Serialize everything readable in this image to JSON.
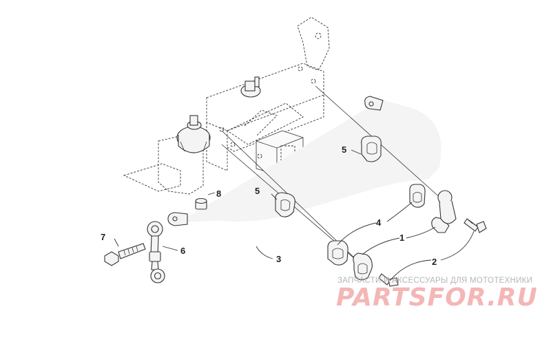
{
  "callouts": {
    "c1": "1",
    "c2": "2",
    "c3": "3",
    "c4": "4",
    "c5a": "5",
    "c5b": "5",
    "c6": "6",
    "c7": "7",
    "c8": "8"
  },
  "watermark": {
    "tagline": "ЗАПЧАСТИ И АКСЕССУАРЫ ДЛЯ МОТОТЕХНИКИ",
    "logo": "PARTSFOR.RU"
  }
}
